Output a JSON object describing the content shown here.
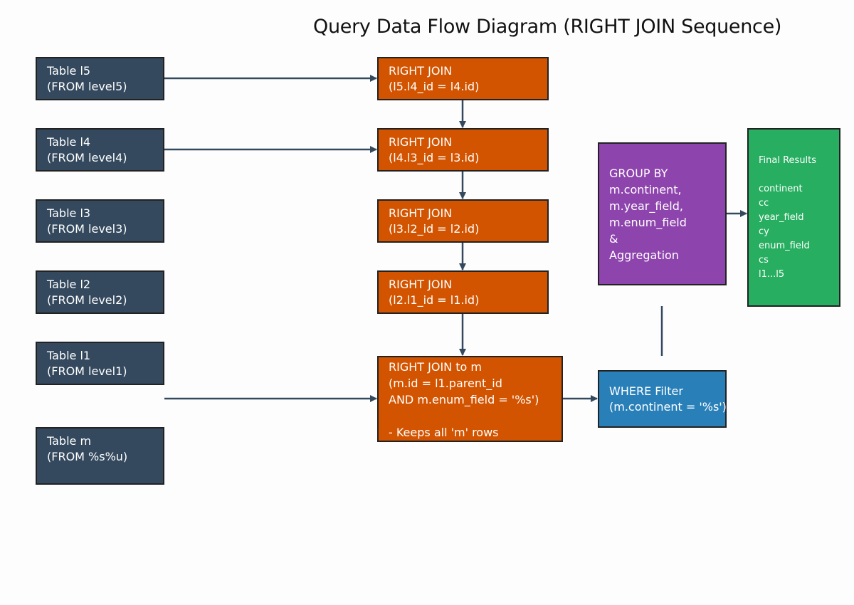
{
  "title": "Query Data Flow Diagram (RIGHT JOIN Sequence)",
  "colors": {
    "table": "#34495e",
    "join": "#d35400",
    "filter": "#2980b9",
    "group": "#8e44ad",
    "result": "#27ae60",
    "arrow": "#34495e"
  },
  "tables": [
    {
      "line1": "Table l5",
      "line2": "(FROM level5)"
    },
    {
      "line1": "Table l4",
      "line2": "(FROM level4)"
    },
    {
      "line1": "Table l3",
      "line2": "(FROM level3)"
    },
    {
      "line1": "Table l2",
      "line2": "(FROM level2)"
    },
    {
      "line1": "Table l1",
      "line2": "(FROM level1)"
    },
    {
      "line1": "Table m",
      "line2": "(FROM %s%u)"
    }
  ],
  "joins": [
    {
      "line1": "RIGHT JOIN",
      "line2": "(l5.l4_id = l4.id)"
    },
    {
      "line1": "RIGHT JOIN",
      "line2": "(l4.l3_id = l3.id)"
    },
    {
      "line1": "RIGHT JOIN",
      "line2": "(l3.l2_id = l2.id)"
    },
    {
      "line1": "RIGHT JOIN",
      "line2": "(l2.l1_id = l1.id)"
    }
  ],
  "final_join": {
    "lines": [
      "RIGHT JOIN to m",
      "(m.id = l1.parent_id",
      "AND m.enum_field = '%s')",
      "",
      "- Keeps all 'm' rows"
    ]
  },
  "where": {
    "line1": "WHERE Filter",
    "line2": "(m.continent = '%s')"
  },
  "group": {
    "lines": [
      "GROUP BY",
      "m.continent,",
      "m.year_field,",
      "m.enum_field",
      "&",
      "Aggregation"
    ]
  },
  "results": {
    "heading": "Final Results",
    "fields": [
      "continent",
      "cc",
      "year_field",
      "cy",
      "enum_field",
      "cs",
      "l1...l5"
    ]
  }
}
